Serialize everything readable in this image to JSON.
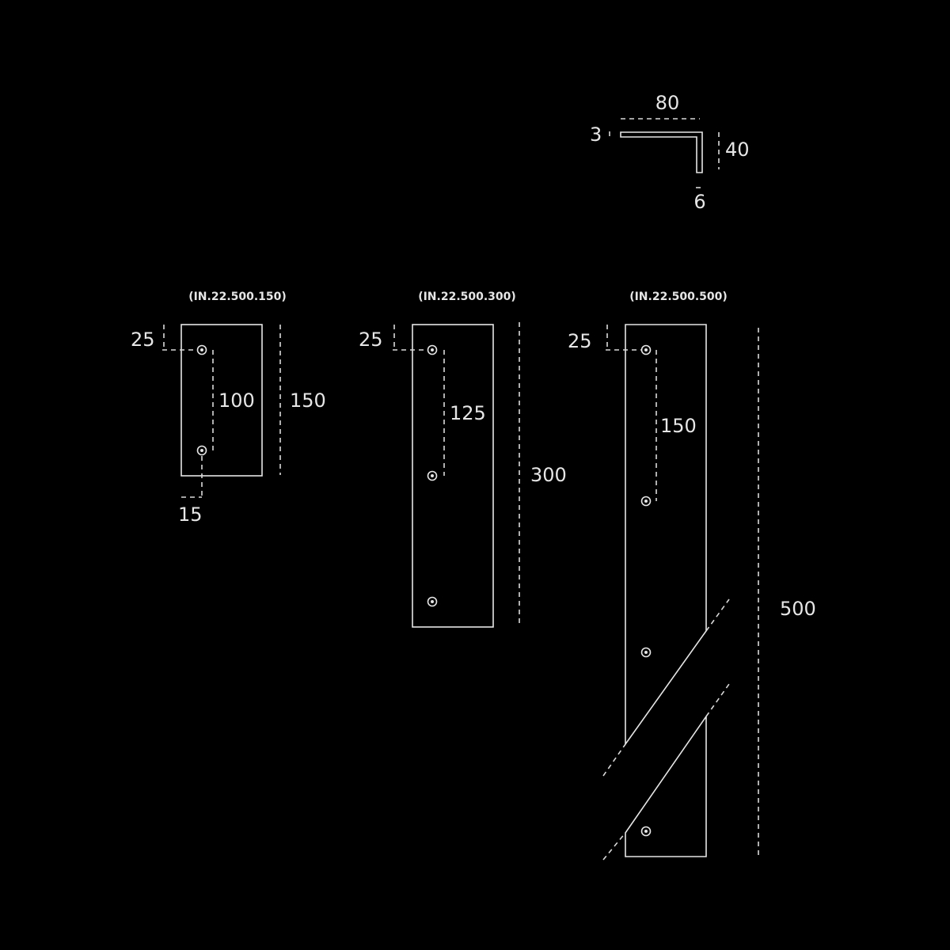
{
  "profile": {
    "width": "80",
    "height": "40",
    "thickness_top": "3",
    "thickness_side": "6"
  },
  "plates": [
    {
      "code": "(IN.22.500.150)",
      "edge_offset": "25",
      "hole_spacing": "100",
      "length": "150",
      "bottom_offset": "15"
    },
    {
      "code": "(IN.22.500.300)",
      "edge_offset": "25",
      "hole_spacing": "125",
      "length": "300"
    },
    {
      "code": "(IN.22.500.500)",
      "edge_offset": "25",
      "hole_spacing": "150",
      "length": "500"
    }
  ]
}
